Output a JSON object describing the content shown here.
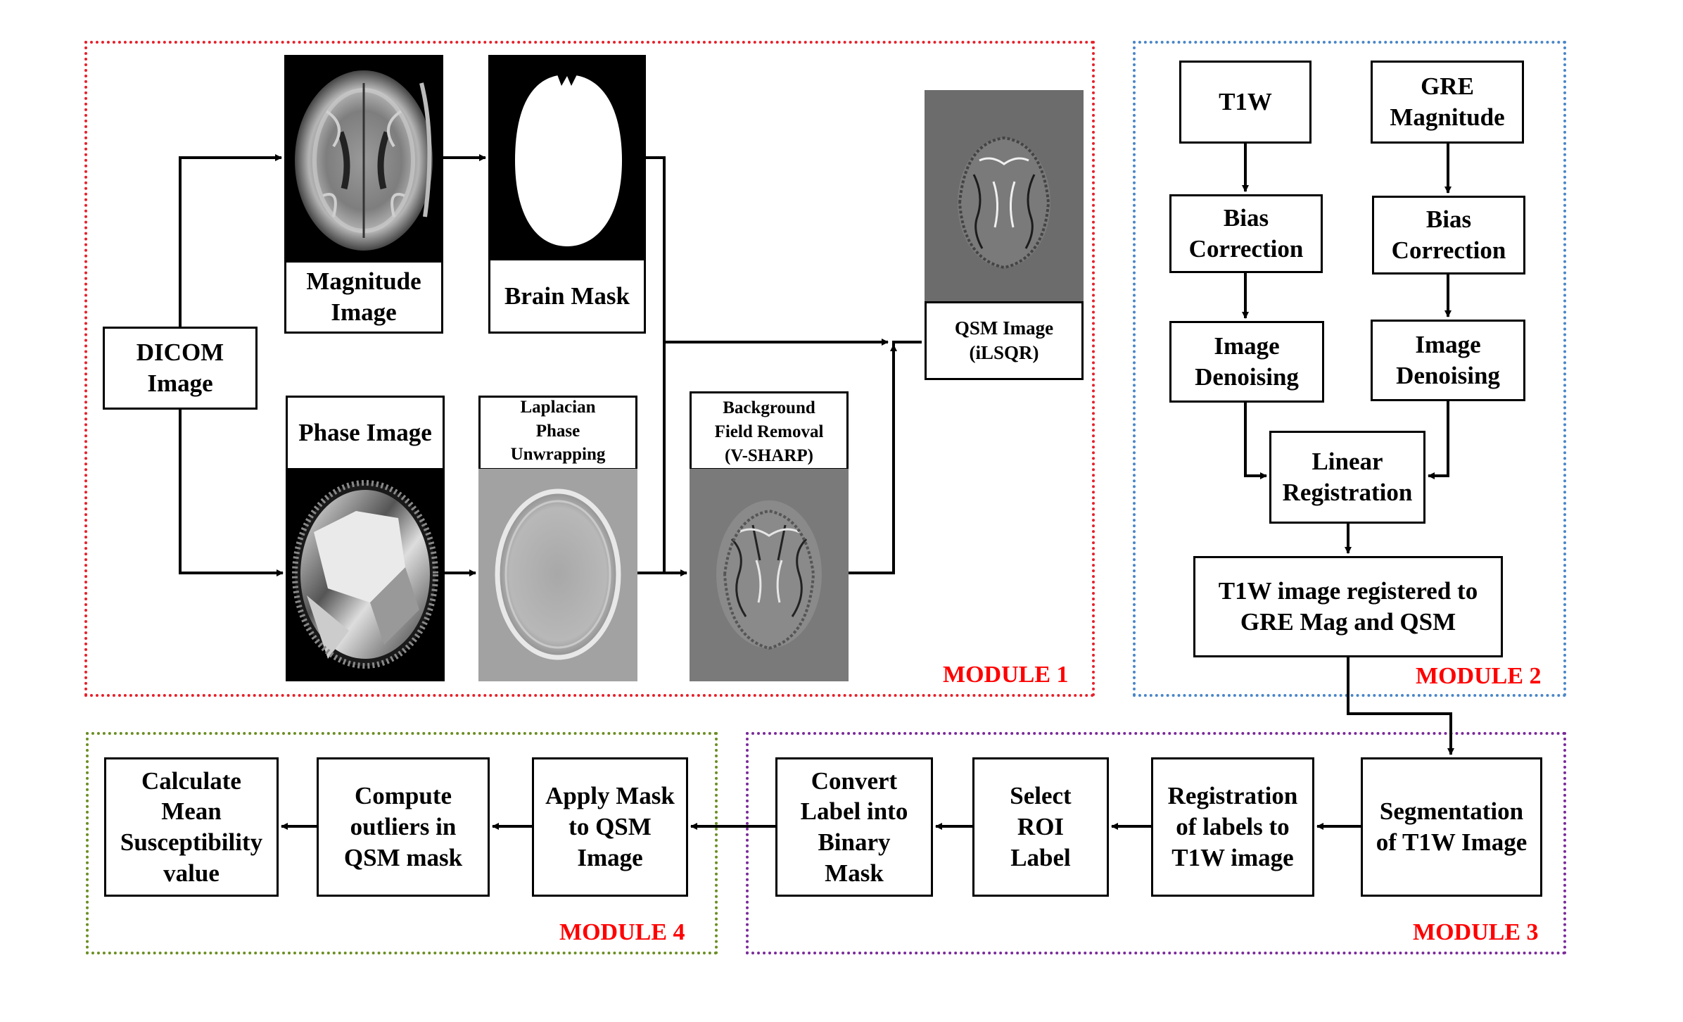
{
  "modules": {
    "m1": "MODULE 1",
    "m2": "MODULE 2",
    "m3": "MODULE 3",
    "m4": "MODULE 4"
  },
  "module1": {
    "dicom": "DICOM\nImage",
    "magnitude": "Magnitude\nImage",
    "brain_mask": "Brain Mask",
    "phase_image": "Phase Image",
    "laplacian": "Laplacian\nPhase\nUnwrapping",
    "background": "Background\nField Removal\n(V-SHARP)",
    "qsm": "QSM Image\n(iLSQR)"
  },
  "module2": {
    "t1w": "T1W",
    "gre": "GRE\nMagnitude",
    "bias1": "Bias\nCorrection",
    "bias2": "Bias\nCorrection",
    "denoise1": "Image\nDenoising",
    "denoise2": "Image\nDenoising",
    "linear": "Linear\nRegistration",
    "registered": "T1W image registered to\nGRE Mag and QSM"
  },
  "module3": {
    "segmentation": "Segmentation\nof T1W Image",
    "registration_labels": "Registration\nof  labels to\nT1W image",
    "select_roi": "Select\nROI\nLabel",
    "convert": "Convert\nLabel into\nBinary\nMask"
  },
  "module4": {
    "apply": "Apply Mask\nto QSM\nImage",
    "compute": "Compute\noutliers in\nQSM mask",
    "calculate": "Calculate\nMean\nSusceptibility\nvalue"
  },
  "colors": {
    "module1_border": "#e8202a",
    "module2_border": "#4a86c8",
    "module3_border": "#7a2a9a",
    "module4_border": "#6b8e23",
    "label_red": "#ff0000"
  }
}
